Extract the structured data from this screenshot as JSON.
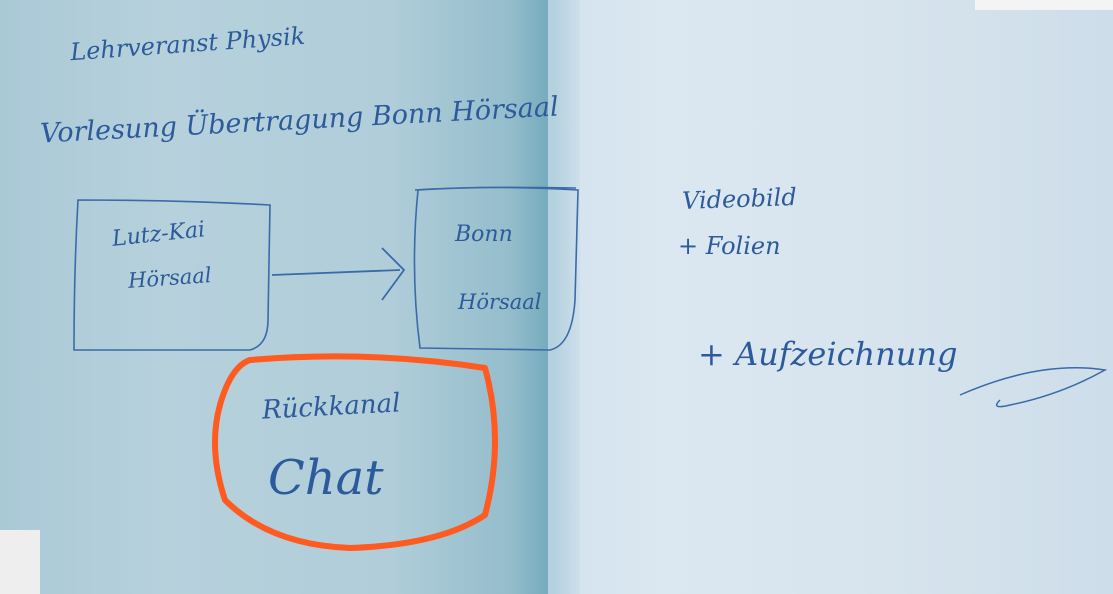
{
  "notes": {
    "line1": "Lehrveranst Physik",
    "line2": "Vorlesung Übertragung Bonn Hörsaal"
  },
  "box_left": {
    "line1": "Lutz-Kai",
    "line2": "Hörsaal"
  },
  "box_right": {
    "line1": "Bonn",
    "line2": "Hörsaal"
  },
  "right_notes": {
    "line1": "Videobild",
    "line2": "+ Folien",
    "line3": "+ Aufzeichnung"
  },
  "chat_bubble": {
    "line1": "Rückkanal",
    "line2": "Chat"
  },
  "colors": {
    "ink": "#2c5a9a",
    "highlight": "#ff5a1f"
  }
}
